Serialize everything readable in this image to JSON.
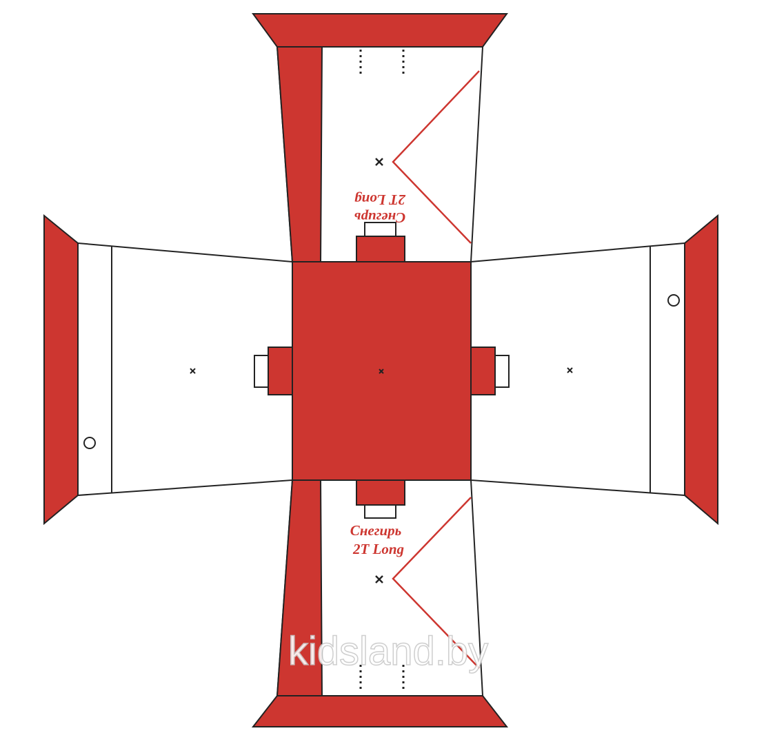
{
  "diagram": {
    "label_top_line1": "Снегирь",
    "label_top_line2": "2T Long",
    "label_bottom_line1": "Снегирь",
    "label_bottom_line2": "2T Long",
    "watermark": "kidsland.by",
    "colors": {
      "panel_red": "#cd3630",
      "outline": "#222222",
      "background": "#ffffff"
    }
  }
}
